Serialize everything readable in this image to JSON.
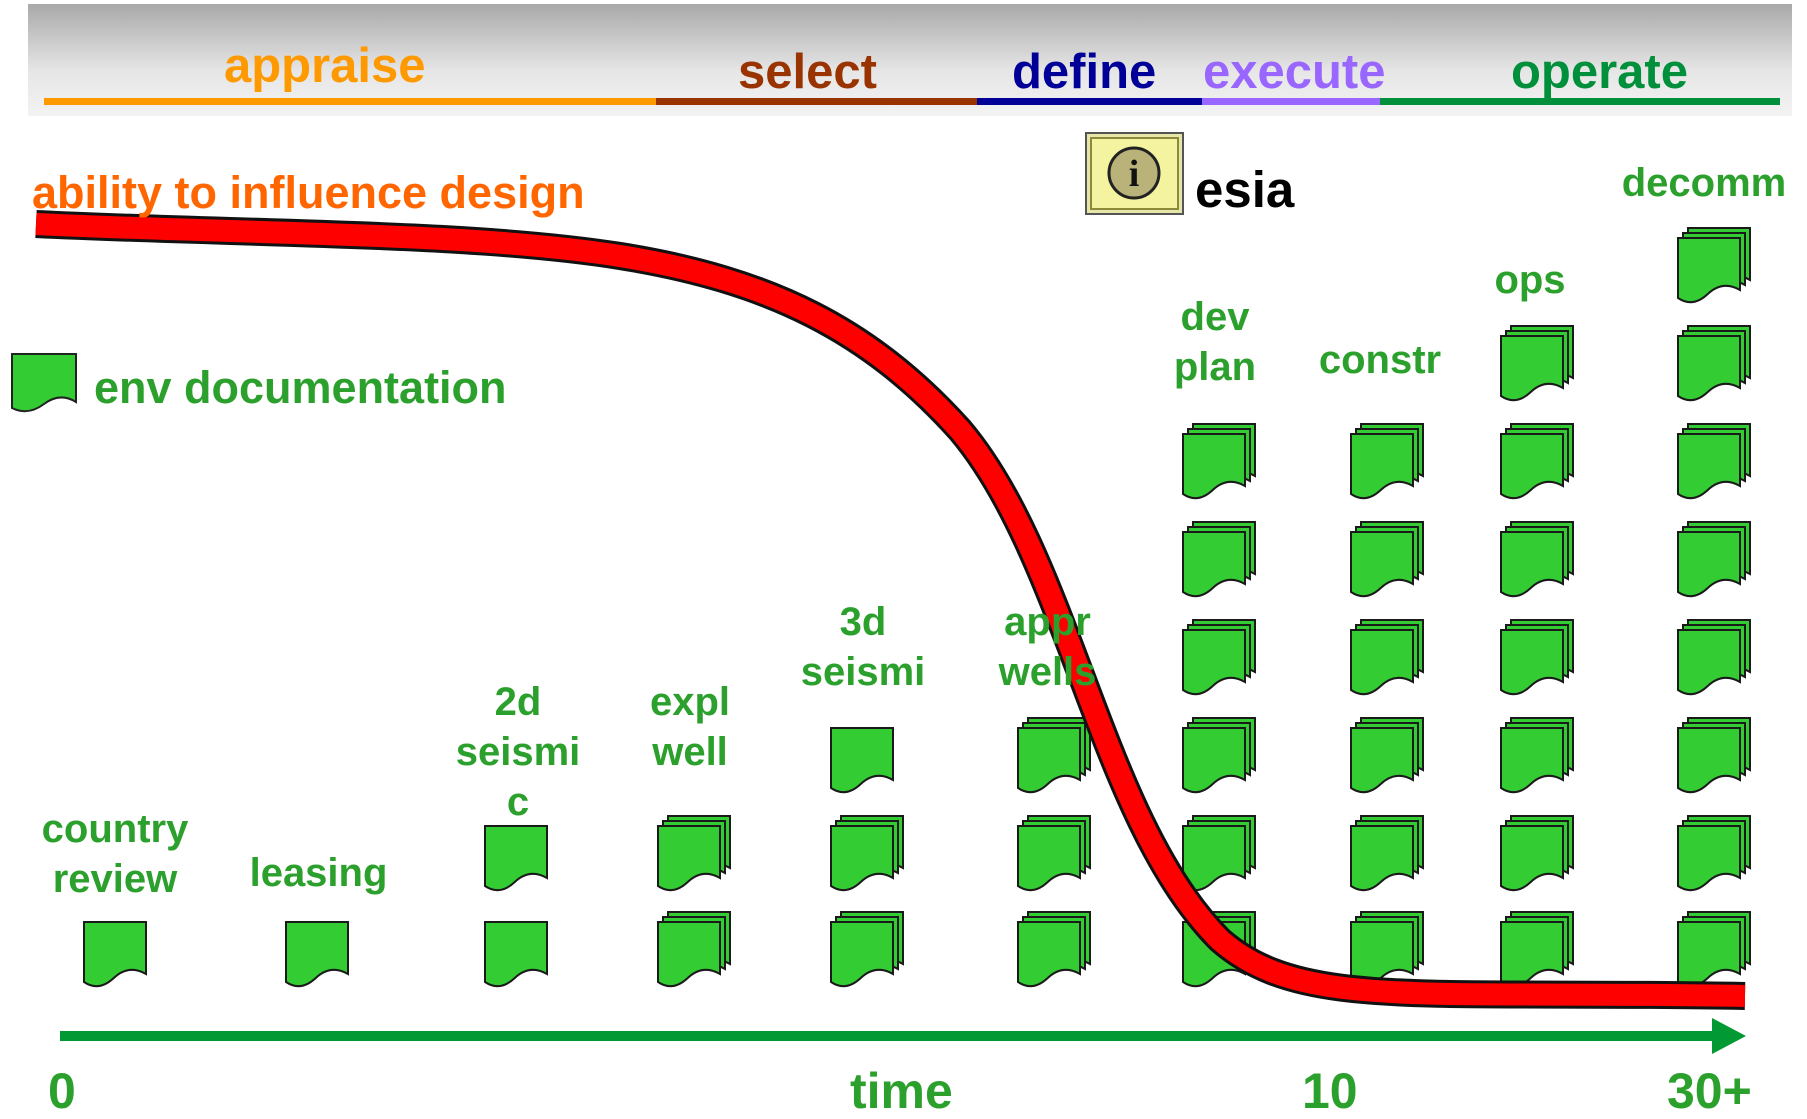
{
  "phases": [
    {
      "label": "appraise",
      "color": "#ff9900"
    },
    {
      "label": "select",
      "color": "#993300"
    },
    {
      "label": "define",
      "color": "#000099"
    },
    {
      "label": "execute",
      "color": "#9966ff"
    },
    {
      "label": "operate",
      "color": "#008f3a"
    }
  ],
  "title": "ability to influence design",
  "legend": {
    "label": "env documentation",
    "icon": "document-icon"
  },
  "esia": {
    "label": "esia",
    "icon": "info-icon"
  },
  "activities": [
    {
      "label": "country\nreview",
      "documents": 1
    },
    {
      "label": "leasing",
      "documents": 1
    },
    {
      "label": "2d\nseismi\nc",
      "documents": 2
    },
    {
      "label": "expl\nwell",
      "documents": 2
    },
    {
      "label": "3d\nseismi",
      "documents": 3
    },
    {
      "label": "appr\nwells",
      "documents": 3
    },
    {
      "label": "dev\nplan",
      "documents": 6
    },
    {
      "label": "constr",
      "documents": 6
    },
    {
      "label": "ops",
      "documents": 7
    },
    {
      "label": "decomm",
      "documents": 8
    }
  ],
  "axis": {
    "start": "0",
    "middle": "time",
    "mark": "10",
    "end": "30+"
  },
  "colors": {
    "curve": "#ff0000",
    "document_fill": "#33cc33",
    "axis": "#009933"
  }
}
